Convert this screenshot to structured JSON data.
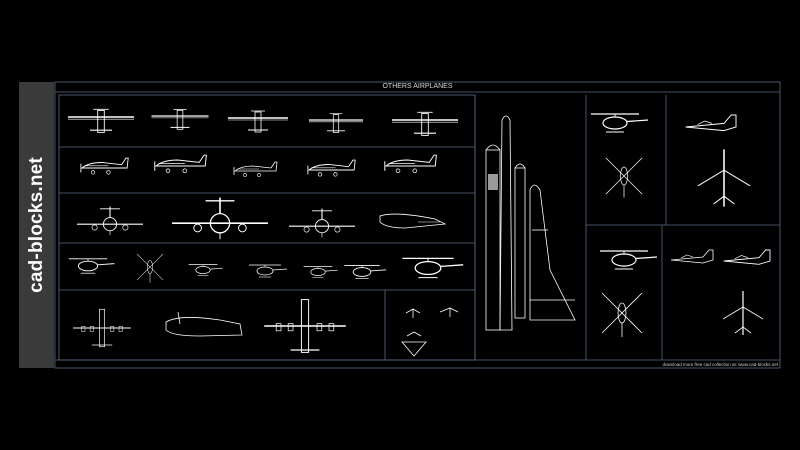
{
  "sidebar": {
    "brand": "cad-blocks.net"
  },
  "sheet": {
    "title": "OTHERS AIRPLANES"
  },
  "footer": {
    "note": "download more free cad collection at: www.cad-blocks.net"
  },
  "colors": {
    "background": "#000000",
    "lines": "#ffffff",
    "frame": "#5a6a86",
    "sidebar": "#3a3a3a"
  }
}
